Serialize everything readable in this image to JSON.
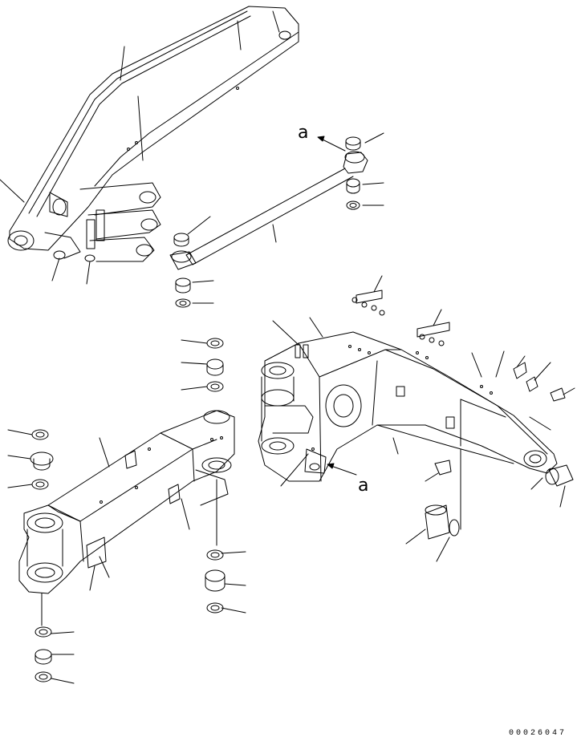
{
  "view_marker_top": "a",
  "view_marker_bottom": "a",
  "drawing_number": "00026047",
  "colors": {
    "ink": "#000000",
    "paper": "#ffffff"
  }
}
